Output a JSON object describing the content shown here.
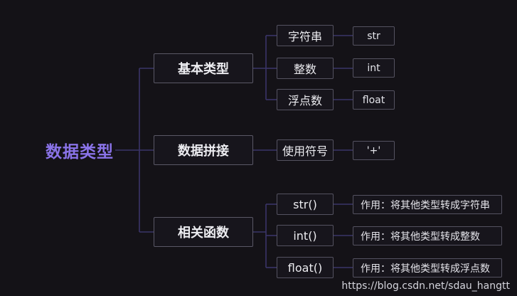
{
  "root": "数据类型",
  "branches": [
    {
      "label": "基本类型",
      "children": [
        {
          "label": "字符串",
          "leaf": "str"
        },
        {
          "label": "整数",
          "leaf": "int"
        },
        {
          "label": "浮点数",
          "leaf": "float"
        }
      ]
    },
    {
      "label": "数据拼接",
      "children": [
        {
          "label": "使用符号",
          "leaf": "'+'"
        }
      ]
    },
    {
      "label": "相关函数",
      "children": [
        {
          "label": "str()",
          "leaf": "作用：将其他类型转成字符串"
        },
        {
          "label": "int()",
          "leaf": "作用：将其他类型转成整数"
        },
        {
          "label": "float()",
          "leaf": "作用：将其他类型转成浮点数"
        }
      ]
    }
  ],
  "watermark": "https://blog.csdn.net/sdau_hangtt",
  "colors": {
    "root": "#8a73e8",
    "line": "#3a3468",
    "border": "#545260",
    "background": "#141217"
  }
}
